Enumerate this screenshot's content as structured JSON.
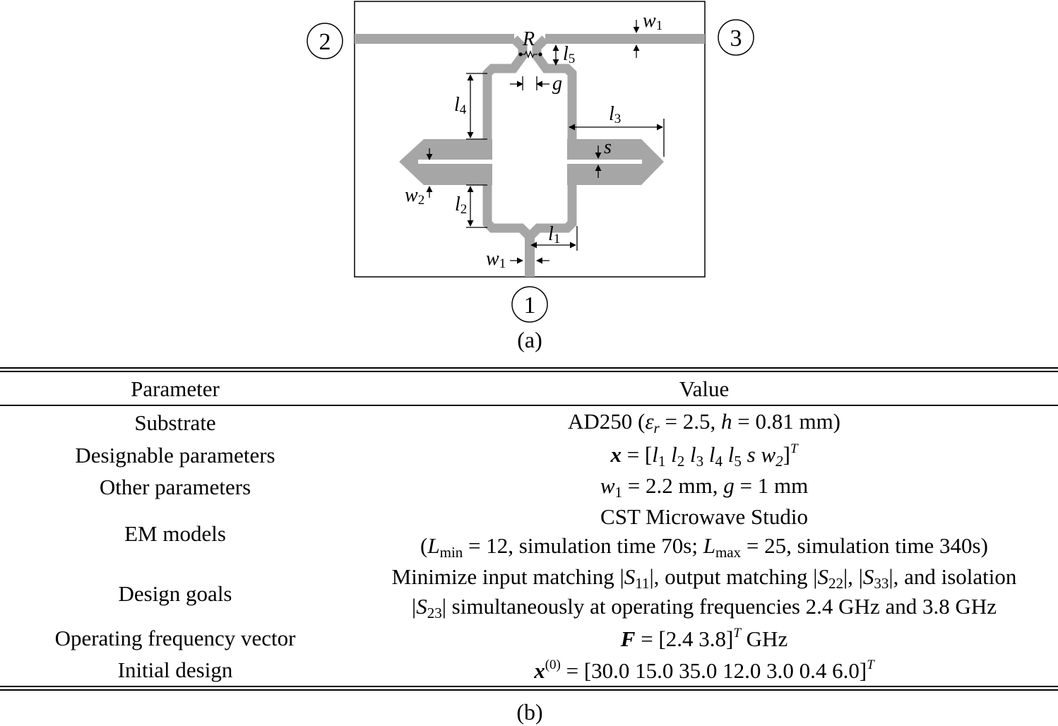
{
  "diagram": {
    "ports": {
      "p1": "1",
      "p2": "2",
      "p3": "3"
    },
    "labels": {
      "R": "R",
      "w1_top": "w",
      "w1_top_sub": "1",
      "l5": "l",
      "l5_sub": "5",
      "g": "g",
      "l4": "l",
      "l4_sub": "4",
      "l3": "l",
      "l3_sub": "3",
      "s": "s",
      "w2": "w",
      "w2_sub": "2",
      "l2": "l",
      "l2_sub": "2",
      "l1": "l",
      "l1_sub": "1",
      "w1_bot": "w",
      "w1_bot_sub": "1"
    },
    "caption": "(a)"
  },
  "table": {
    "header": {
      "param": "Parameter",
      "value": "Value"
    },
    "rows": {
      "substrate": {
        "param": "Substrate",
        "v_a": "AD250 (",
        "v_eps": "ε",
        "v_eps_sub": "r",
        "v_b": " = 2.5, ",
        "v_h": "h",
        "v_c": " = 0.81 mm)"
      },
      "designable": {
        "param": "Designable parameters",
        "v_x": "x",
        "v_eq": " = [",
        "v_l": "l",
        "v_1": "1",
        "v_2": "2",
        "v_3": "3",
        "v_4": "4",
        "v_5": "5",
        "v_s": "s",
        "v_w": "w",
        "v_w2": "2",
        "v_close": "]",
        "v_T": "T"
      },
      "other": {
        "param": "Other parameters",
        "v_w": "w",
        "v_w_sub": "1",
        "v_a": " = 2.2 mm, ",
        "v_g": "g",
        "v_b": " = 1 mm"
      },
      "em": {
        "param": "EM models",
        "line1": "CST Microwave Studio",
        "l2_open": "(",
        "l2_L": "L",
        "l2_min": "min",
        "l2_a": " = 12, simulation time 70s; ",
        "l2_L2": "L",
        "l2_max": "max",
        "l2_b": " = 25, simulation time 340s)"
      },
      "goals": {
        "param": "Design goals",
        "l1_a": "Minimize input matching |",
        "S": "S",
        "s11": "11",
        "l1_b": "|, output matching |",
        "s22": "22",
        "l1_c": "|, |",
        "s33": "33",
        "l1_d": "|, and isolation",
        "l2_a": "|",
        "s23": "23",
        "l2_b": "| simultaneously at operating frequencies 2.4 GHz and 3.8 GHz"
      },
      "freq": {
        "param": "Operating frequency vector",
        "v_F": "F",
        "v_a": " = [2.4 3.8]",
        "v_T": "T",
        "v_b": " GHz"
      },
      "initial": {
        "param": "Initial design",
        "v_x": "x",
        "v_sup": "(0)",
        "v_a": " = [30.0 15.0 35.0 12.0 3.0 0.4 6.0]",
        "v_T": "T"
      }
    },
    "caption": "(b)"
  },
  "colors": {
    "trace": "#a6a6a6",
    "ink": "#000000"
  }
}
